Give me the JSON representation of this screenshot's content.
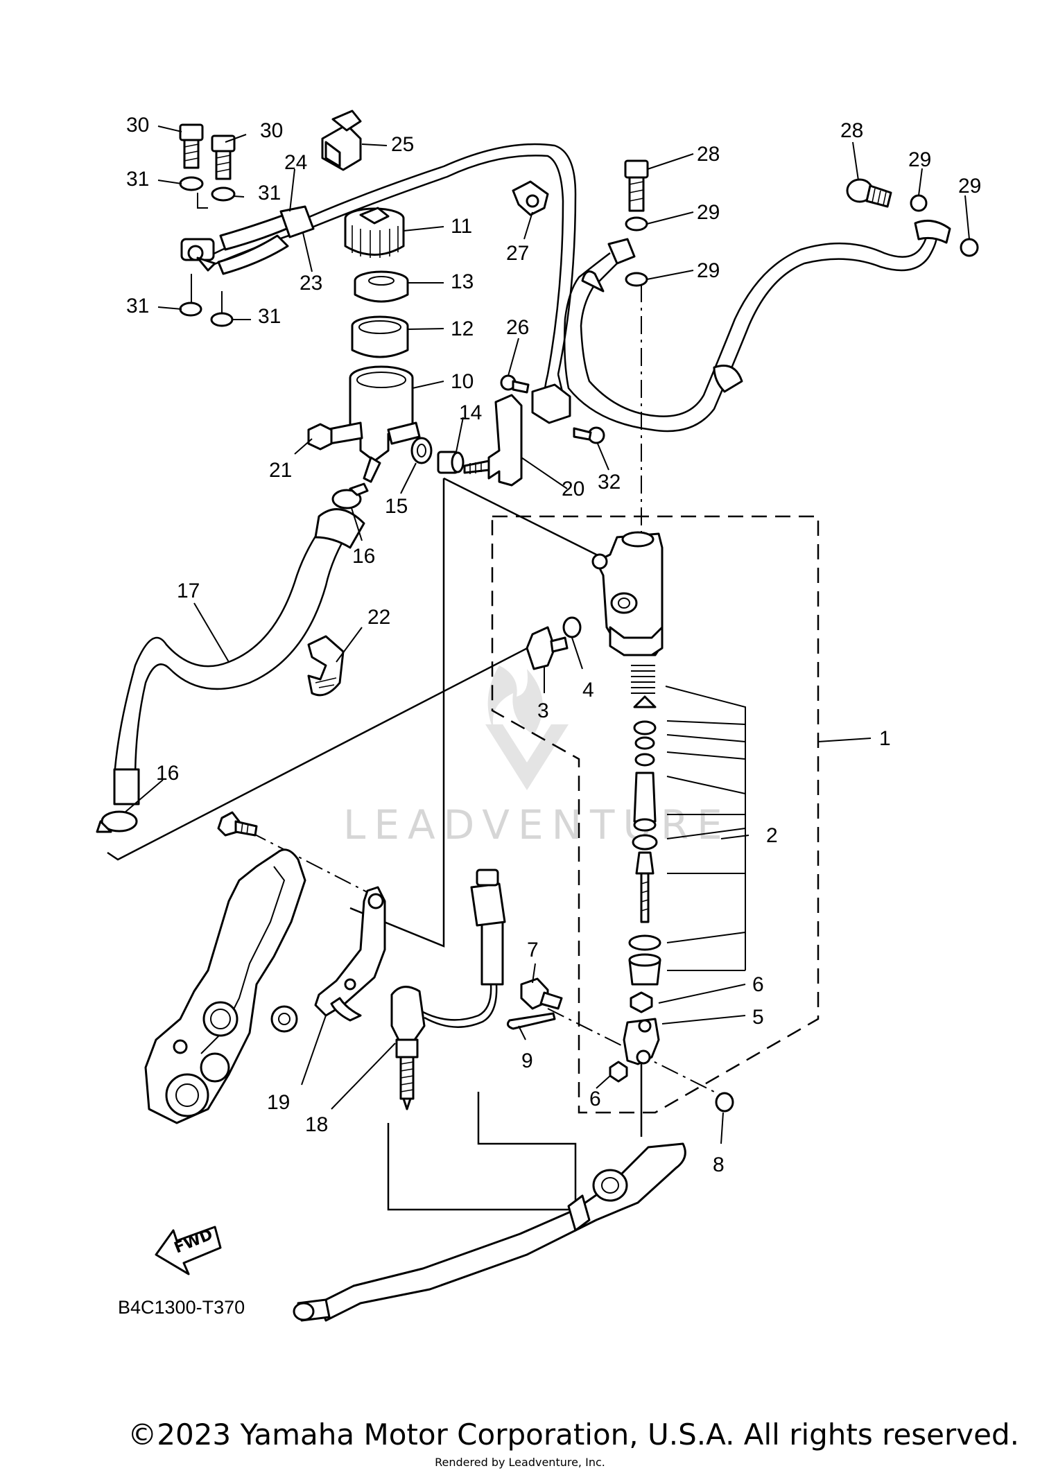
{
  "callouts": [
    {
      "id": "c30a",
      "text": "30"
    },
    {
      "id": "c30b",
      "text": "30"
    },
    {
      "id": "c31a",
      "text": "31"
    },
    {
      "id": "c31b",
      "text": "31"
    },
    {
      "id": "c31c",
      "text": "31"
    },
    {
      "id": "c31d",
      "text": "31"
    },
    {
      "id": "c24",
      "text": "24"
    },
    {
      "id": "c25",
      "text": "25"
    },
    {
      "id": "c23",
      "text": "23"
    },
    {
      "id": "c11",
      "text": "11"
    },
    {
      "id": "c13",
      "text": "13"
    },
    {
      "id": "c12",
      "text": "12"
    },
    {
      "id": "c10",
      "text": "10"
    },
    {
      "id": "c27",
      "text": "27"
    },
    {
      "id": "c26",
      "text": "26"
    },
    {
      "id": "c28a",
      "text": "28"
    },
    {
      "id": "c28b",
      "text": "28"
    },
    {
      "id": "c29a",
      "text": "29"
    },
    {
      "id": "c29b",
      "text": "29"
    },
    {
      "id": "c29c",
      "text": "29"
    },
    {
      "id": "c29d",
      "text": "29"
    },
    {
      "id": "c14",
      "text": "14"
    },
    {
      "id": "c21",
      "text": "21"
    },
    {
      "id": "c15",
      "text": "15"
    },
    {
      "id": "c20",
      "text": "20"
    },
    {
      "id": "c32",
      "text": "32"
    },
    {
      "id": "c16a",
      "text": "16"
    },
    {
      "id": "c16b",
      "text": "16"
    },
    {
      "id": "c17",
      "text": "17"
    },
    {
      "id": "c22",
      "text": "22"
    },
    {
      "id": "c3",
      "text": "3"
    },
    {
      "id": "c4",
      "text": "4"
    },
    {
      "id": "c1",
      "text": "1"
    },
    {
      "id": "c2",
      "text": "2"
    },
    {
      "id": "c7",
      "text": "7"
    },
    {
      "id": "c6a",
      "text": "6"
    },
    {
      "id": "c5",
      "text": "5"
    },
    {
      "id": "c9",
      "text": "9"
    },
    {
      "id": "c6b",
      "text": "6"
    },
    {
      "id": "c8",
      "text": "8"
    },
    {
      "id": "c19",
      "text": "19"
    },
    {
      "id": "c18",
      "text": "18"
    }
  ],
  "fwd_label": "FWD",
  "diagram_code": "B4C1300-T370",
  "watermark": "LEADVENTURE",
  "copyright": "©2023 Yamaha Motor Corporation, U.S.A. All rights reserved.",
  "rendered_by": "Rendered by Leadventure, Inc."
}
